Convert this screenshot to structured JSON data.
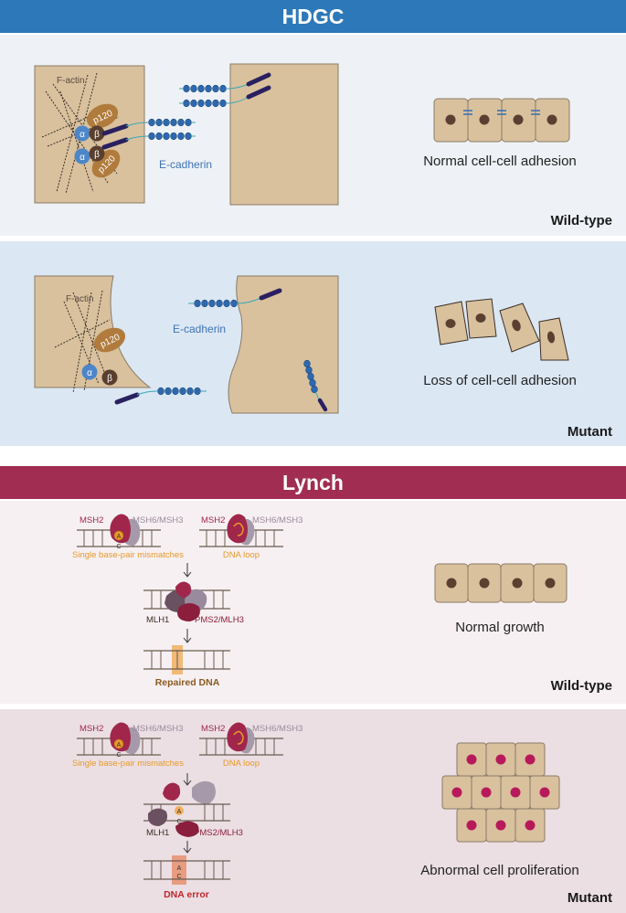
{
  "hdgc": {
    "title": "HDGC",
    "wildtype": {
      "factin": "F-actin",
      "p120_a": "p120",
      "p120_b": "p120",
      "alpha_a": "α",
      "beta_a": "β",
      "alpha_b": "α",
      "beta_b": "β",
      "ecadherin": "E-cadherin",
      "caption": "Normal cell-cell adhesion",
      "status": "Wild-type"
    },
    "mutant": {
      "factin": "F-actin",
      "p120": "p120",
      "alpha": "α",
      "beta": "β",
      "ecadherin": "E-cadherin",
      "caption": "Loss of cell-cell adhesion",
      "status": "Mutant"
    }
  },
  "lynch": {
    "title": "Lynch",
    "wildtype": {
      "msh2_left": "MSH2",
      "msh6_left": "MSH6/MSH3",
      "msh2_right": "MSH2",
      "msh6_right": "MSH6/MSH3",
      "mismatch_label": "Single base-pair mismatches",
      "loop_label": "DNA loop",
      "base_a": "A",
      "base_c": "C",
      "mlh1": "MLH1",
      "pms2": "PMS2/MLH3",
      "repaired": "Repaired DNA",
      "caption": "Normal growth",
      "status": "Wild-type"
    },
    "mutant": {
      "msh2_left": "MSH2",
      "msh6_left": "MSH6/MSH3",
      "msh2_right": "MSH2",
      "msh6_right": "MSH6/MSH3",
      "mismatch_label": "Single base-pair mismatches",
      "loop_label": "DNA loop",
      "base_a": "A",
      "base_c": "C",
      "base_a2": "A",
      "base_c2": "C",
      "base_a3": "A",
      "base_c3": "C",
      "mlh1": "MLH1",
      "pms2": "PMS2/MLH3",
      "error": "DNA error",
      "caption": "Abnormal cell proliferation",
      "status": "Mutant"
    }
  },
  "colors": {
    "hdgc_header": "#2c78b8",
    "lynch_header": "#a12d52",
    "hdgc_wt_panel": "#eef2f6",
    "hdgc_mut_panel": "#dbe7f3",
    "lynch_wt_panel": "#f6f0f2",
    "lynch_mut_panel": "#ebdfe3",
    "cell_fill": "#d9c19e",
    "cell_stroke": "#8a7a66",
    "nucleus": "#5a4030",
    "mutant_nucleus": "#b8195a",
    "cadherin": "#3d72b5",
    "mismatch_text": "#e8992c",
    "msh2": "#a0264c",
    "msh6": "#9a8a9e"
  }
}
